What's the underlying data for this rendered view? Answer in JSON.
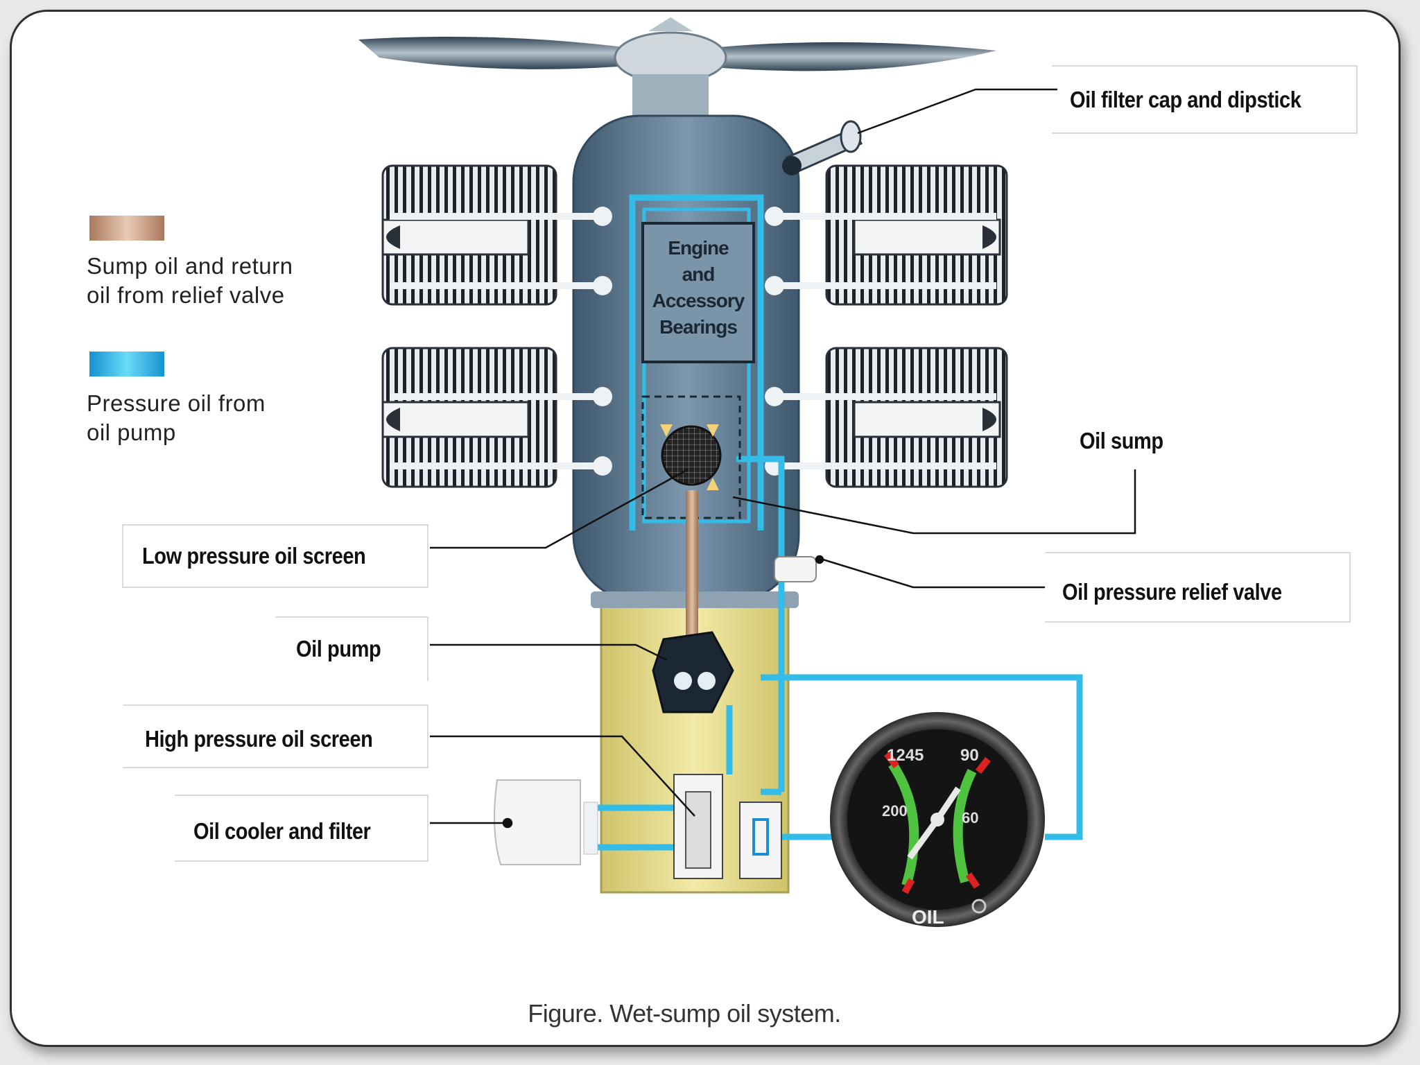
{
  "diagram": {
    "center_box": "Engine\nand\nAccessory\nBearings",
    "gauge_label": "OIL",
    "caption": "Figure. Wet-sump oil system."
  },
  "legend": [
    {
      "text": "Sump oil and return\noil from relief valve",
      "color": "#b88f74"
    },
    {
      "text": "Pressure oil from\noil pump",
      "color": "#2bb8e6"
    }
  ],
  "callouts": {
    "oil_filter_cap": "Oil filter cap and dipstick",
    "oil_sump": "Oil sump",
    "low_pressure_screen": "Low pressure oil screen",
    "oil_pressure_relief_valve": "Oil pressure relief valve",
    "oil_pump": "Oil pump",
    "high_pressure_screen": "High pressure oil screen",
    "oil_cooler": "Oil cooler and filter"
  },
  "colors": {
    "pressure_oil": "#33bce8",
    "sump_oil": "#b88f74",
    "engine_body": "#5b7891",
    "sump": "#e9df8c"
  }
}
